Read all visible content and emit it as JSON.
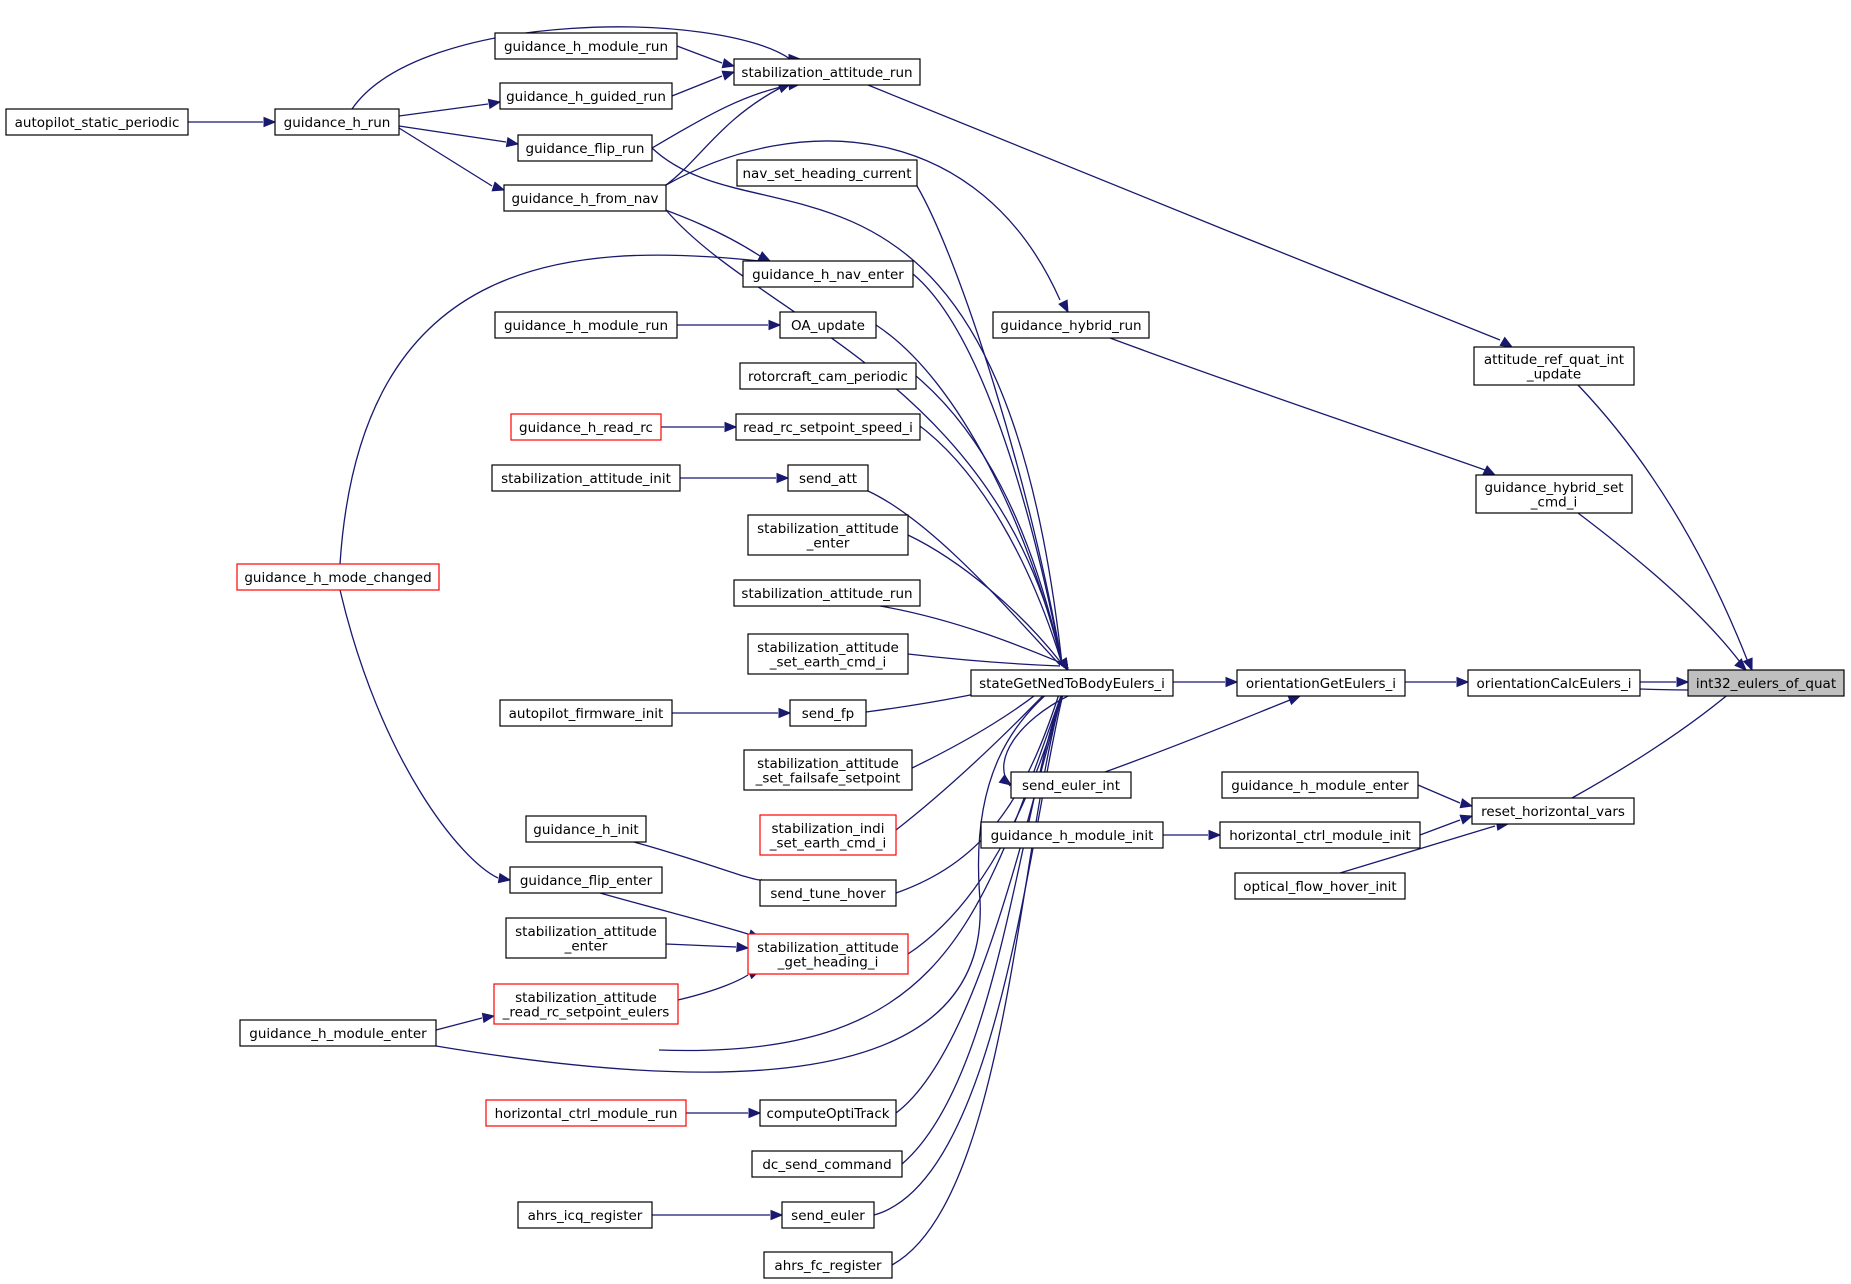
{
  "graph": {
    "colors": {
      "edge": "#191970",
      "node_border": "#000000",
      "truncated_border": "#ff0000",
      "target_fill": "#bfbfbf"
    },
    "nodes": [
      {
        "id": "n_int32",
        "lines": [
          "int32_eulers_of_quat"
        ],
        "style": "target"
      },
      {
        "id": "n_attref",
        "lines": [
          "attitude_ref_quat_int",
          "_update"
        ],
        "style": "normal"
      },
      {
        "id": "n_ghset",
        "lines": [
          "guidance_hybrid_set",
          "_cmd_i"
        ],
        "style": "normal"
      },
      {
        "id": "n_ocalc",
        "lines": [
          "orientationCalcEulers_i"
        ],
        "style": "normal"
      },
      {
        "id": "n_reset",
        "lines": [
          "reset_horizontal_vars"
        ],
        "style": "normal"
      },
      {
        "id": "n_oget",
        "lines": [
          "orientationGetEulers_i"
        ],
        "style": "normal"
      },
      {
        "id": "n_ghme_r",
        "lines": [
          "guidance_h_module_enter"
        ],
        "style": "normal"
      },
      {
        "id": "n_hcmi",
        "lines": [
          "horizontal_ctrl_module_init"
        ],
        "style": "normal"
      },
      {
        "id": "n_ofhi",
        "lines": [
          "optical_flow_hover_init"
        ],
        "style": "normal"
      },
      {
        "id": "n_ghmi",
        "lines": [
          "guidance_h_module_init"
        ],
        "style": "normal"
      },
      {
        "id": "n_ghr",
        "lines": [
          "guidance_hybrid_run"
        ],
        "style": "normal"
      },
      {
        "id": "n_sgn",
        "lines": [
          "stateGetNedToBodyEulers_i"
        ],
        "style": "normal"
      },
      {
        "id": "n_sei",
        "lines": [
          "send_euler_int"
        ],
        "style": "normal"
      },
      {
        "id": "n_sar_top",
        "lines": [
          "stabilization_attitude_run"
        ],
        "style": "normal"
      },
      {
        "id": "n_ghmr_top",
        "lines": [
          "guidance_h_module_run"
        ],
        "style": "normal"
      },
      {
        "id": "n_ghgr",
        "lines": [
          "guidance_h_guided_run"
        ],
        "style": "normal"
      },
      {
        "id": "n_ghrun",
        "lines": [
          "guidance_h_run"
        ],
        "style": "normal"
      },
      {
        "id": "n_asp",
        "lines": [
          "autopilot_static_periodic"
        ],
        "style": "normal"
      },
      {
        "id": "n_gfr",
        "lines": [
          "guidance_flip_run"
        ],
        "style": "normal"
      },
      {
        "id": "n_ghfn",
        "lines": [
          "guidance_h_from_nav"
        ],
        "style": "normal"
      },
      {
        "id": "n_nshc",
        "lines": [
          "nav_set_heading_current"
        ],
        "style": "normal"
      },
      {
        "id": "n_ghne",
        "lines": [
          "guidance_h_nav_enter"
        ],
        "style": "normal"
      },
      {
        "id": "n_oau",
        "lines": [
          "OA_update"
        ],
        "style": "normal"
      },
      {
        "id": "n_ghmr2",
        "lines": [
          "guidance_h_module_run"
        ],
        "style": "normal"
      },
      {
        "id": "n_rcp",
        "lines": [
          "rotorcraft_cam_periodic"
        ],
        "style": "normal"
      },
      {
        "id": "n_rrsi",
        "lines": [
          "read_rc_setpoint_speed_i"
        ],
        "style": "normal"
      },
      {
        "id": "n_ghrrc",
        "lines": [
          "guidance_h_read_rc"
        ],
        "style": "red"
      },
      {
        "id": "n_satt",
        "lines": [
          "send_att"
        ],
        "style": "normal"
      },
      {
        "id": "n_sai",
        "lines": [
          "stabilization_attitude_init"
        ],
        "style": "normal"
      },
      {
        "id": "n_sae1",
        "lines": [
          "stabilization_attitude",
          "_enter"
        ],
        "style": "normal"
      },
      {
        "id": "n_sar2",
        "lines": [
          "stabilization_attitude_run"
        ],
        "style": "normal"
      },
      {
        "id": "n_saseci",
        "lines": [
          "stabilization_attitude",
          "_set_earth_cmd_i"
        ],
        "style": "normal"
      },
      {
        "id": "n_ghmc",
        "lines": [
          "guidance_h_mode_changed"
        ],
        "style": "red"
      },
      {
        "id": "n_sfp",
        "lines": [
          "send_fp"
        ],
        "style": "normal"
      },
      {
        "id": "n_afi",
        "lines": [
          "autopilot_firmware_init"
        ],
        "style": "normal"
      },
      {
        "id": "n_sasfs",
        "lines": [
          "stabilization_attitude",
          "_set_failsafe_setpoint"
        ],
        "style": "normal"
      },
      {
        "id": "n_siseci",
        "lines": [
          "stabilization_indi",
          "_set_earth_cmd_i"
        ],
        "style": "red"
      },
      {
        "id": "n_ghi",
        "lines": [
          "guidance_h_init"
        ],
        "style": "normal"
      },
      {
        "id": "n_sth",
        "lines": [
          "send_tune_hover"
        ],
        "style": "normal"
      },
      {
        "id": "n_gfe",
        "lines": [
          "guidance_flip_enter"
        ],
        "style": "normal"
      },
      {
        "id": "n_sae2",
        "lines": [
          "stabilization_attitude",
          "_enter"
        ],
        "style": "normal"
      },
      {
        "id": "n_saghi",
        "lines": [
          "stabilization_attitude",
          "_get_heading_i"
        ],
        "style": "red"
      },
      {
        "id": "n_sarrse",
        "lines": [
          "stabilization_attitude",
          "_read_rc_setpoint_eulers"
        ],
        "style": "red"
      },
      {
        "id": "n_ghme_l",
        "lines": [
          "guidance_h_module_enter"
        ],
        "style": "normal"
      },
      {
        "id": "n_hcmr",
        "lines": [
          "horizontal_ctrl_module_run"
        ],
        "style": "red"
      },
      {
        "id": "n_cot",
        "lines": [
          "computeOptiTrack"
        ],
        "style": "normal"
      },
      {
        "id": "n_dcs",
        "lines": [
          "dc_send_command"
        ],
        "style": "normal"
      },
      {
        "id": "n_aicq",
        "lines": [
          "ahrs_icq_register"
        ],
        "style": "normal"
      },
      {
        "id": "n_seul",
        "lines": [
          "send_euler"
        ],
        "style": "normal"
      },
      {
        "id": "n_afc",
        "lines": [
          "ahrs_fc_register"
        ],
        "style": "normal"
      }
    ]
  }
}
